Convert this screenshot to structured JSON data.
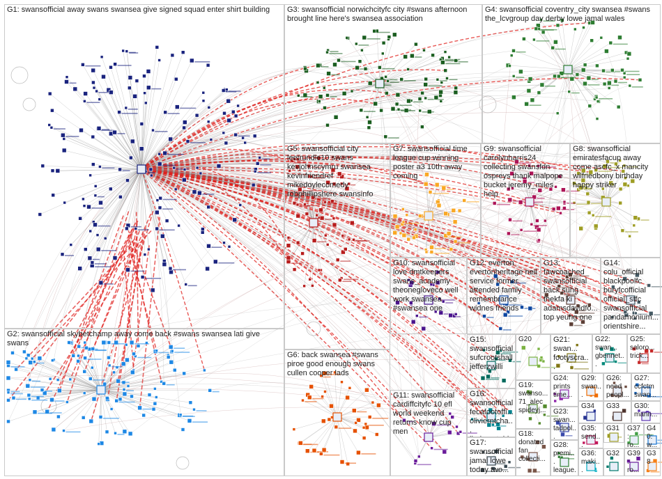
{
  "colors": {
    "background": "#ffffff",
    "panel_border": "#c9c9c9",
    "edge_gray": "#8c8c8c",
    "edge_red": "#e0201c",
    "edge_brown": "#9b5555",
    "text": "#222222"
  },
  "groups": [
    {
      "id": "G1",
      "label": "G1: swansofficial away swans swansea give signed squad enter shirt building",
      "color": "#1a237e"
    },
    {
      "id": "G2",
      "label": "G2: swansofficial skybetchamp away come back #swans swansea lati give swans",
      "color": "#1e88e5"
    },
    {
      "id": "G3",
      "label": "G3: swansofficial norwichcityfc city #swans afternoon brought line here's swansea association",
      "color": "#1b5e20"
    },
    {
      "id": "G4",
      "label": "G4: swansofficial coventry_city swansea #swans the_lcvgroup day derby lowe jamal wales",
      "color": "#2e7d32"
    },
    {
      "id": "G5",
      "label": "G5: swansofficial city leetrundle10 swans kevjohnscymru swansea kevinfriendref mikedoylecomedy robphillipshere swansinfo",
      "color": "#b71c1c"
    },
    {
      "id": "G6",
      "label": "G6: back swansea #swans piroe good enough swans cullen cooper lads",
      "color": "#e65100"
    },
    {
      "id": "G7",
      "label": "G7: swansofficial time league cup winning poster a3 10th away coming",
      "color": "#f9a825"
    },
    {
      "id": "G8",
      "label": "G8: swansofficial emiratesfacup away come ascfc_x mancity wilfriedbony birthday happy striker",
      "color": "#9e9d24"
    },
    {
      "id": "G9",
      "label": "G9: swansofficial carolynharris24 collecting swansfdn ospreys thank malpope bucket jeremy_miles help",
      "color": "#ad1457"
    },
    {
      "id": "G10",
      "label": "G10: swansofficial love dmtkeepers swans_academy theonegloveco well work swansea #swansea one",
      "color": "#4a148c"
    },
    {
      "id": "G11",
      "label": "G11: swansofficial cardiffcityfc 10 efl world weekend returns know cup men",
      "color": "#6a1b9a"
    },
    {
      "id": "G12",
      "label": "G12: everton evertonheritage neil service former attended family remembrance widnes friends",
      "color": "#0d47a1"
    },
    {
      "id": "G13",
      "label": "G13: fawcoached swansofficial back sung thekfa ki adamsdavidfo... top yeung one",
      "color": "#5d4037"
    },
    {
      "id": "G14",
      "label": "G14: colu_official blackpoolfc buryfcofficial official_stfc swansofficial pandamonium... orientshire...",
      "color": "#455a64"
    },
    {
      "id": "G15",
      "label": "G15: swansofficial sufcrootshall jefferzwilli",
      "color": "#00695c"
    },
    {
      "id": "G16",
      "label": "G16: swansofficial fecafootoffi... olivierntcha... lindomptabl...",
      "color": "#00838f"
    },
    {
      "id": "G17",
      "label": "G17: swansofficial jamal lowe today two...",
      "color": "#37474f"
    },
    {
      "id": "G18",
      "label": "G18: donated fan collecti...",
      "color": "#795548"
    },
    {
      "id": "G19",
      "label": "G19: swanso... 71_alec spideyj...",
      "color": "#558b2f"
    },
    {
      "id": "G20",
      "label": "G20",
      "color": "#7cb342"
    },
    {
      "id": "G21",
      "label": "G21: swan... footyscra...",
      "color": "#827717"
    },
    {
      "id": "G22",
      "label": "G22: swan... gbennet...",
      "color": "#00897b"
    },
    {
      "id": "G23",
      "label": "G23: swan... tadpol...",
      "color": "#3949ab"
    },
    {
      "id": "G24",
      "label": "G24: prints time...",
      "color": "#8e24aa"
    },
    {
      "id": "G25",
      "label": "G25: saloro... trick...",
      "color": "#c62828"
    },
    {
      "id": "G26",
      "label": "G26: need peopl...",
      "color": "#6d4c41"
    },
    {
      "id": "G27",
      "label": "G27: ccfctm swan...",
      "color": "#1565c0"
    },
    {
      "id": "G28",
      "label": "G28: premi... league...",
      "color": "#2e7d32"
    },
    {
      "id": "G29",
      "label": "G29: swan... swan...",
      "color": "#ef6c00"
    },
    {
      "id": "G30",
      "label": "G30: mann...",
      "color": "#5e35b1"
    },
    {
      "id": "G31",
      "label": "G31",
      "color": "#9e9d24"
    },
    {
      "id": "G32",
      "label": "G32",
      "color": "#00796b"
    },
    {
      "id": "G33",
      "label": "G33",
      "color": "#4e342e"
    },
    {
      "id": "G34",
      "label": "G34",
      "color": "#283593"
    },
    {
      "id": "G35",
      "label": "G35: send...",
      "color": "#c2185b"
    },
    {
      "id": "G36",
      "label": "G36: maki...",
      "color": "#00acc1"
    },
    {
      "id": "G37",
      "label": "G37: ro...",
      "color": "#43a047"
    },
    {
      "id": "G38",
      "label": "G38",
      "color": "#f57f17"
    },
    {
      "id": "G39",
      "label": "G39: ro...",
      "color": "#6a1b9a"
    },
    {
      "id": "G40",
      "label": "G40: w...",
      "color": "#1976d2"
    }
  ]
}
